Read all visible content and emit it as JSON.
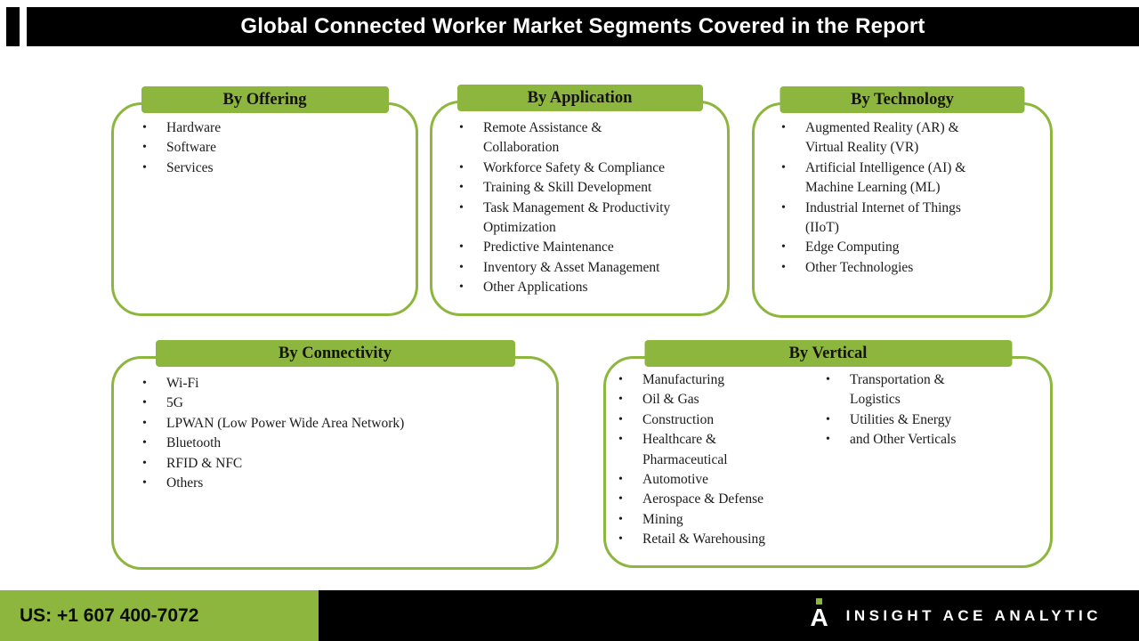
{
  "header": {
    "title": "Global Connected Worker Market Segments Covered in the Report"
  },
  "boxes": [
    {
      "title": "By Offering",
      "items": [
        "Hardware",
        "Software",
        "Services"
      ]
    },
    {
      "title": "By Application",
      "items": [
        "Remote Assistance & Collaboration",
        "Workforce Safety & Compliance",
        "Training & Skill Development",
        "Task Management & Productivity Optimization",
        "Predictive Maintenance",
        "Inventory & Asset Management",
        "Other Applications"
      ]
    },
    {
      "title": "By Technology",
      "items": [
        "Augmented Reality (AR) & Virtual Reality (VR)",
        "Artificial Intelligence (AI) & Machine Learning (ML)",
        "Industrial Internet of Things (IIoT)",
        "Edge Computing",
        "Other Technologies"
      ]
    },
    {
      "title": "By Connectivity",
      "items": [
        "Wi-Fi",
        "5G",
        "LPWAN (Low Power Wide Area Network)",
        "Bluetooth",
        "RFID & NFC",
        "Others"
      ]
    },
    {
      "title": "By Vertical",
      "columns": [
        [
          "Manufacturing",
          "Oil & Gas",
          "Construction",
          "Healthcare & Pharmaceutical",
          "Automotive",
          "Aerospace & Defense",
          "Mining",
          "Retail & Warehousing"
        ],
        [
          "Transportation & Logistics",
          "Utilities & Energy",
          "and Other Verticals"
        ]
      ]
    }
  ],
  "footer": {
    "phone": "US: +1 607 400-7072",
    "brand": "INSIGHT ACE ANALYTIC",
    "logo_letter": "A"
  },
  "colors": {
    "green": "#8CB63E",
    "bar_black": "#000000"
  }
}
